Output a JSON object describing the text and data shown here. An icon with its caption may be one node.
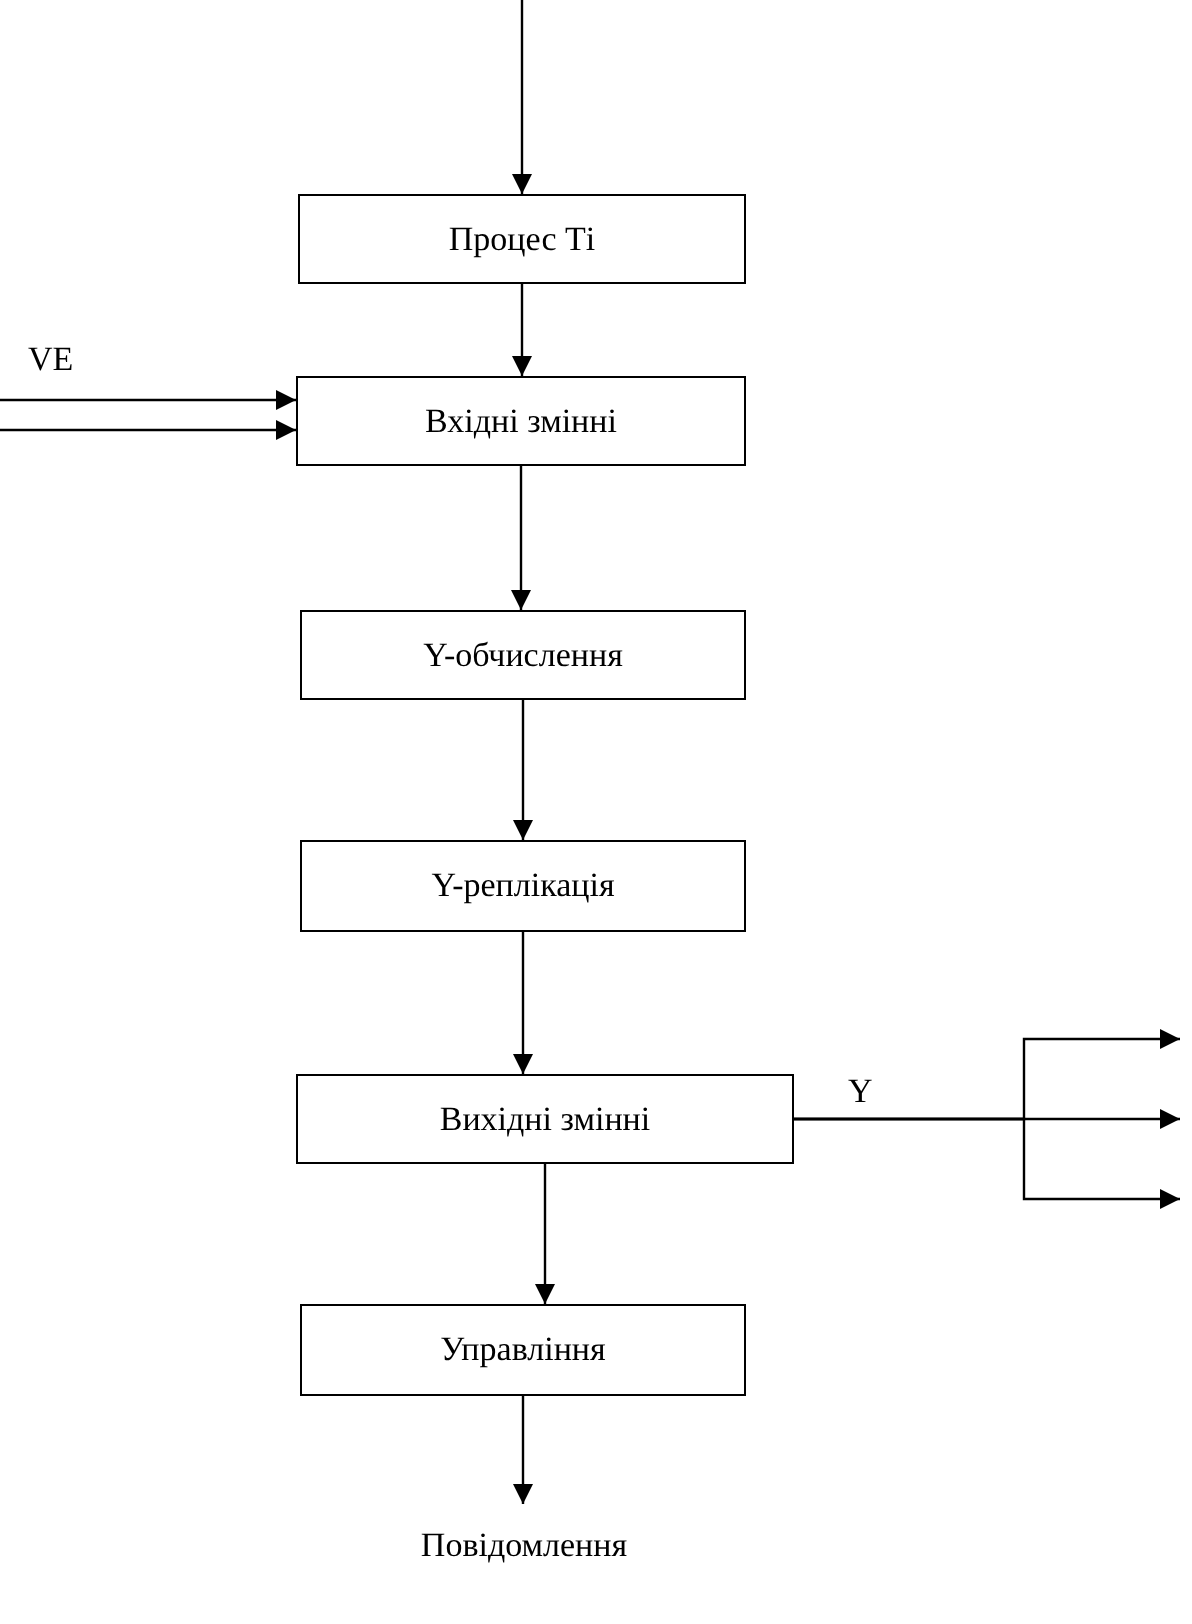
{
  "diagram": {
    "nodes": [
      {
        "text": [
          "Процес Ті"
        ]
      },
      {
        "text": [
          "Вхідні змінні"
        ]
      },
      {
        "text": [
          "Y-обчислення"
        ]
      },
      {
        "text": [
          "Y-реплікація"
        ]
      },
      {
        "text": [
          "Вихідні змінні"
        ]
      },
      {
        "text": [
          "Управління"
        ]
      },
      {
        "text": [
          "Повідомлення"
        ]
      }
    ],
    "edges": [
      {
        "from": null,
        "to": 0,
        "arrow": "to"
      },
      {
        "from": 0,
        "to": 1,
        "arrow": "to"
      },
      {
        "from": null,
        "to": 1,
        "arrow": "to"
      },
      {
        "from": null,
        "to": 1,
        "arrow": "to"
      },
      {
        "from": 1,
        "to": 2,
        "arrow": "to"
      },
      {
        "from": 2,
        "to": 3,
        "arrow": "to"
      },
      {
        "from": 3,
        "to": 4,
        "arrow": "to"
      },
      {
        "from": 4,
        "to": null,
        "arrow": "to"
      },
      {
        "from": 4,
        "to": null,
        "arrow": "to"
      },
      {
        "from": 4,
        "to": null,
        "arrow": "to"
      },
      {
        "from": 4,
        "to": 5,
        "arrow": "to"
      },
      {
        "from": 5,
        "to": 6,
        "arrow": "to"
      }
    ],
    "labels": [
      "VE",
      "Y"
    ]
  }
}
